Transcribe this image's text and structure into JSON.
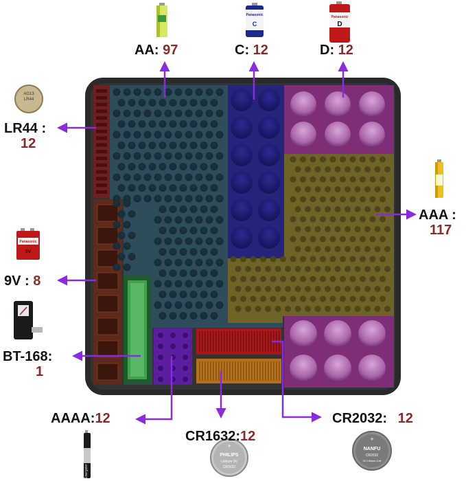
{
  "colors": {
    "tray_border": "#2a2a2a",
    "aa_zone": "#2e4c5a",
    "c_zone": "#24247a",
    "d_zone": "#7e2e78",
    "aaa_zone": "#6e6428",
    "lr44_zone": "#6e2020",
    "ninev_zone": "#5e2a1c",
    "bt168_zone": "#2e7a3a",
    "aaaa_zone": "#5a1e9e",
    "cr2032_zone": "#a81818",
    "cr1632_zone": "#b8701a",
    "cr2032_coin_zone": "#7e2e78",
    "arrow": "#8a2be2",
    "name_text": "#111111",
    "count_text": "#8b2a2a"
  },
  "slots": [
    {
      "id": "aa",
      "name": "AA:",
      "count": "97",
      "icon": "aa-battery-icon"
    },
    {
      "id": "c",
      "name": "C:",
      "count": "12",
      "icon": "c-battery-icon"
    },
    {
      "id": "d",
      "name": "D:",
      "count": "12",
      "icon": "d-battery-icon"
    },
    {
      "id": "lr44",
      "name": "LR44 :",
      "count": "12",
      "icon": "lr44-coin-icon"
    },
    {
      "id": "aaa",
      "name": "AAA :",
      "count": "117",
      "icon": "aaa-battery-icon"
    },
    {
      "id": "ninev",
      "name": "9V :",
      "count": "8",
      "icon": "9v-battery-icon"
    },
    {
      "id": "bt168",
      "name": "BT-168:",
      "count": "1",
      "icon": "battery-tester-icon"
    },
    {
      "id": "aaaa",
      "name": "AAAA:",
      "count": "12",
      "icon": "aaaa-battery-icon"
    },
    {
      "id": "cr1632",
      "name": "CR1632:",
      "count": "12",
      "icon": "cr1632-coin-icon"
    },
    {
      "id": "cr2032",
      "name": "CR2032:",
      "count": "12",
      "icon": "cr2032-coin-icon"
    }
  ],
  "icon_text": {
    "d_brand": "Panasonic",
    "d_letter": "D",
    "c_brand": "Panasonic",
    "c_letter": "C",
    "ninev_brand": "Panasonic",
    "ninev_mark": "9V",
    "aaaa_brand": "Energizer",
    "lr44_line1": "AG13",
    "lr44_line2": "LR44",
    "philips_brand": "PHILIPS",
    "philips_line2": "Lithium 3V",
    "philips_line3": "CR1632",
    "nanfu_brand": "NANFU",
    "nanfu_line2": "CR2032",
    "nanfu_line3": "3V Lithium Cell"
  }
}
